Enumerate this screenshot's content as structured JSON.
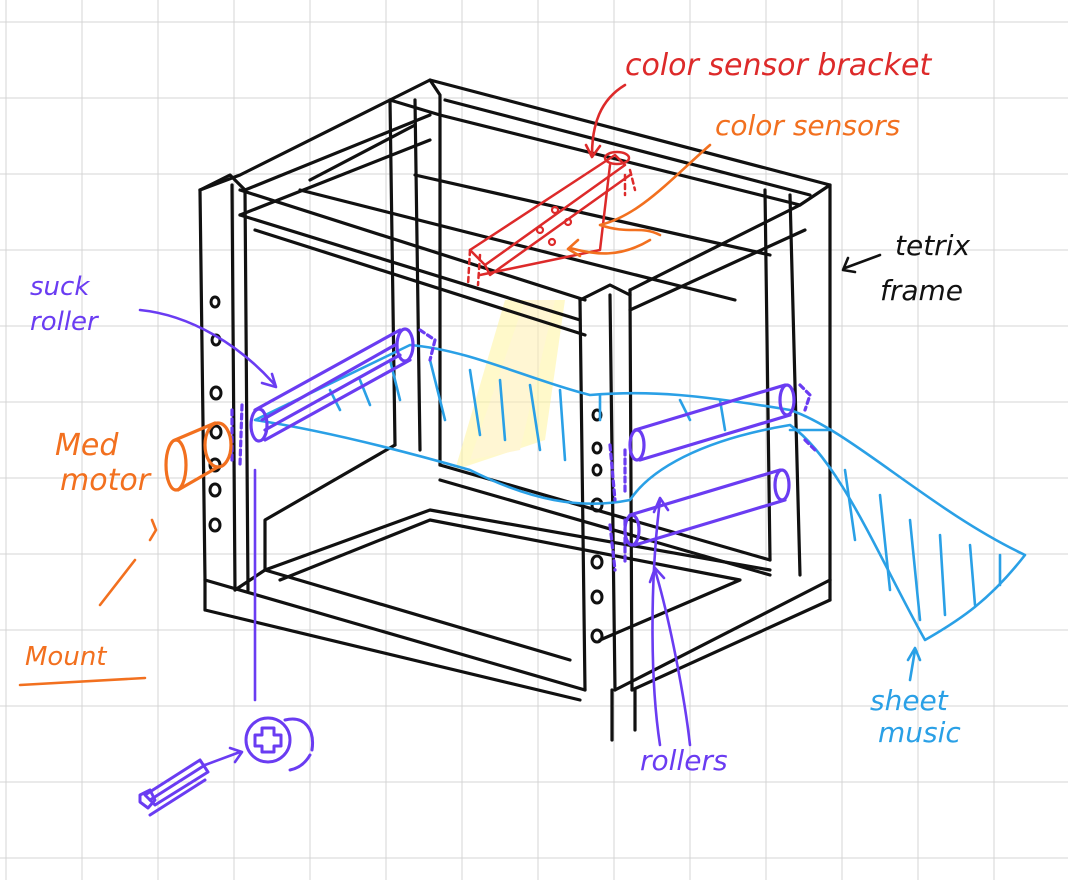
{
  "colors": {
    "frame": "#111111",
    "grid": "#d4d4d4",
    "sensor": "#dd2a2a",
    "orange": "#f2701f",
    "purple": "#6a3cf2",
    "blue": "#2aa0e6",
    "light": "#fff5a0"
  },
  "labels": {
    "color_sensor_bracket": "color sensor bracket",
    "color_sensors": "color sensors",
    "tetrix_1": "tetrix",
    "tetrix_2": "frame",
    "suck_1": "suck",
    "suck_2": "roller",
    "med_1": "Med",
    "med_2": "motor",
    "mount": "Mount",
    "sheet_1": "sheet",
    "sheet_2": "music",
    "rollers": "rollers"
  },
  "icons": {
    "motor_hub": "plus-hub-icon",
    "axle": "axle-icon"
  }
}
